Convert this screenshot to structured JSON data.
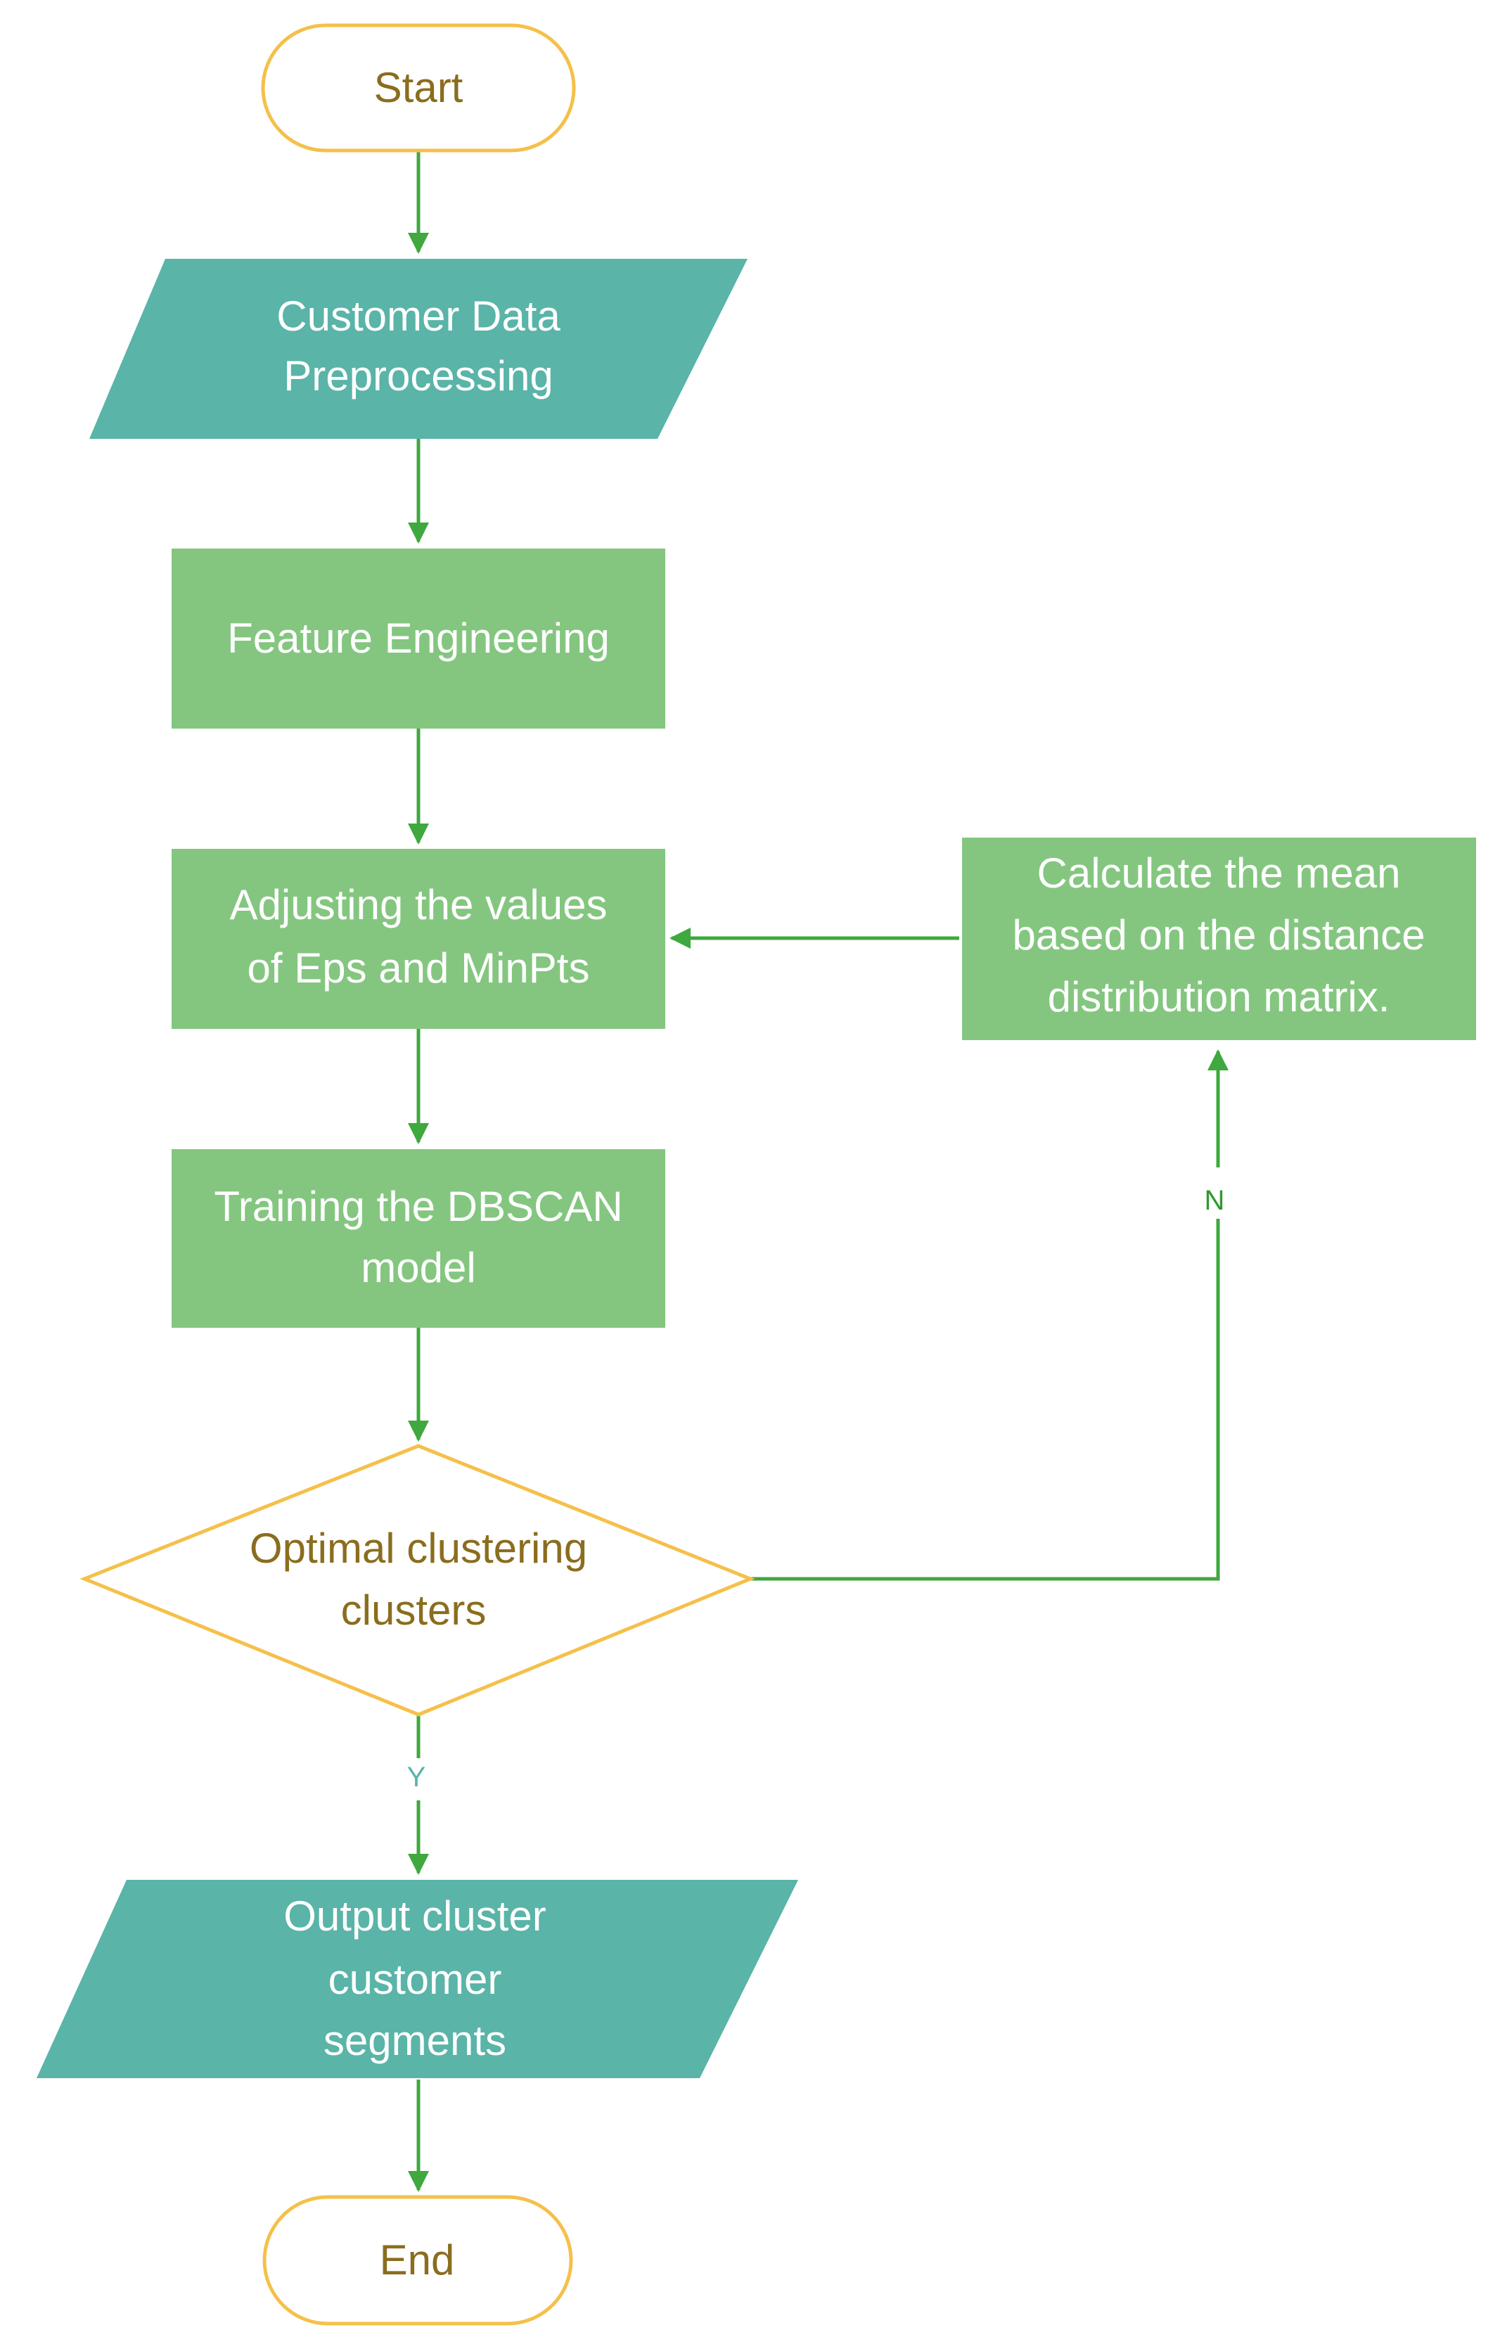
{
  "nodes": {
    "start": {
      "label": "Start"
    },
    "preprocess": {
      "line1": "Customer Data",
      "line2": "Preprocessing"
    },
    "feature": {
      "label": "Feature Engineering"
    },
    "adjust": {
      "line1": "Adjusting the values",
      "line2": "of  Eps and MinPts"
    },
    "train": {
      "line1": "Training the DBSCAN",
      "line2": "model"
    },
    "decision": {
      "line1": "Optimal clustering",
      "line2": "clusters"
    },
    "output": {
      "line1": "Output cluster",
      "line2": "customer",
      "line3": "segments"
    },
    "calc": {
      "line1": "Calculate the mean",
      "line2": "based on the distance",
      "line3": "distribution matrix."
    },
    "end": {
      "label": "End"
    }
  },
  "edges": {
    "yes_label": "Y",
    "no_label": "N"
  },
  "colors": {
    "terminal_stroke": "#f5c04a",
    "terminal_text": "#8a6d1e",
    "io_fill": "#5ab4a8",
    "process_fill": "#84c680",
    "decision_stroke": "#f5c04a",
    "arrow": "#3fa83f"
  }
}
